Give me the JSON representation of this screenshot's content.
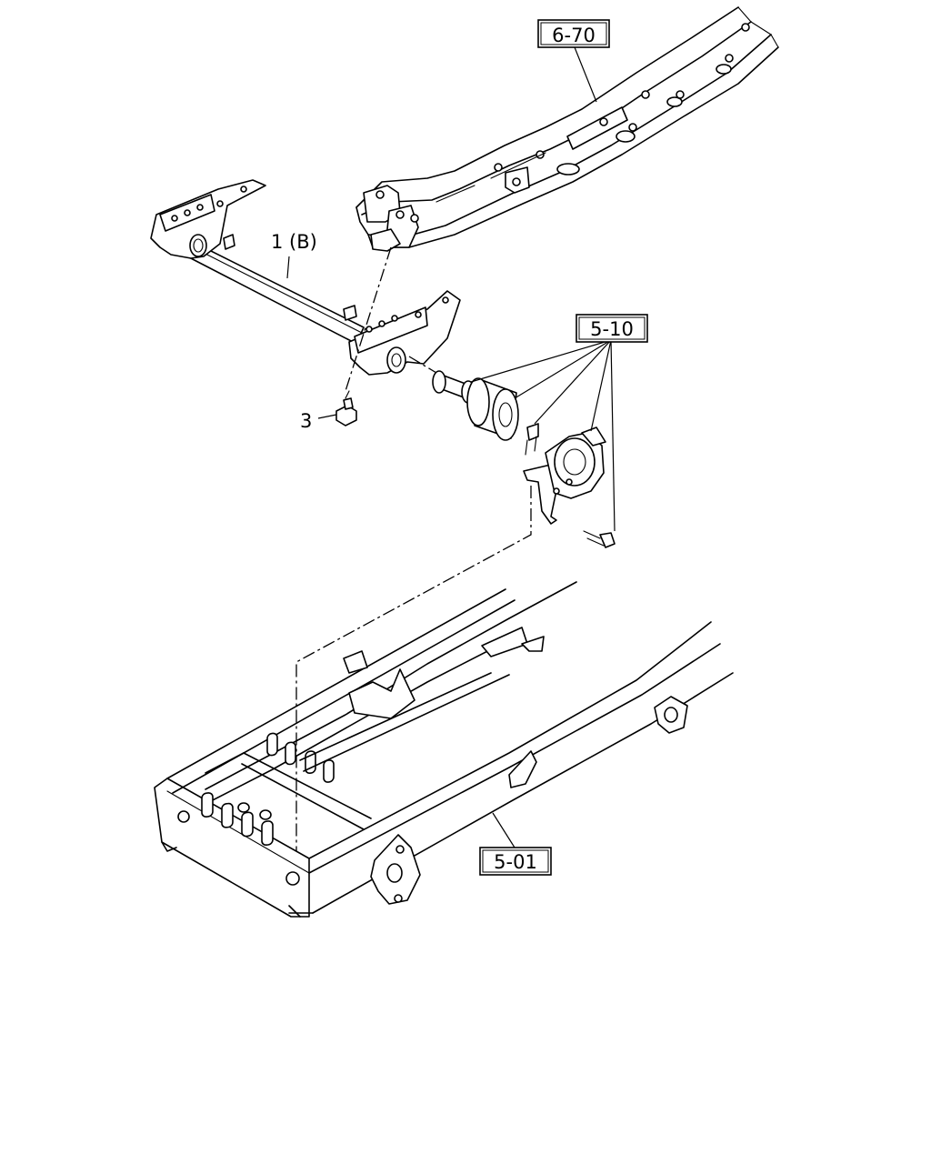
{
  "callouts": {
    "ref_6_70": "6-70",
    "ref_5_10": "5-10",
    "ref_5_01": "5-01",
    "part_1": "1 (B)",
    "part_3": "3"
  }
}
